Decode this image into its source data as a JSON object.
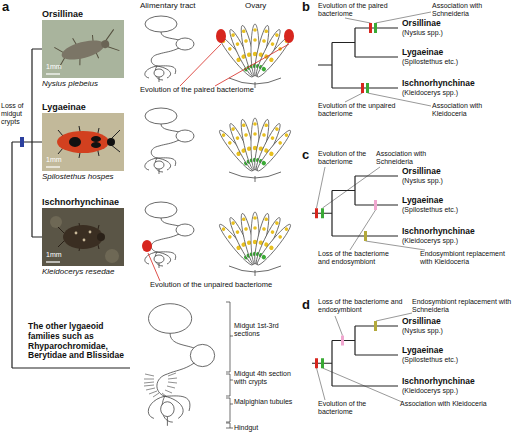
{
  "diagram": {
    "nodes": [
      {
        "text": [
          "Orsillinae",
          "Nysius plebeius",
          "1mm"
        ]
      },
      {
        "text": [
          "Lygaeinae",
          "Spilostethus hospes",
          "1mm"
        ]
      },
      {
        "text": [
          "Ischnorhynchinae",
          "Kleidocerys resedae",
          "1mm"
        ]
      }
    ],
    "labels": [
      "a",
      "Loss of midgut crypts",
      "Alimentary tract",
      "Ovary",
      "Evolution of the paired bacteriome",
      "Evolution of the unpaired bacteriome",
      "The other lygaeoid families such as Rhyparochromidae, Berytidae and Blissidae",
      "Midgut 1st-3rd sections",
      "Midgut 4th section with crypts",
      "Malpighian tubules",
      "Hindgut",
      "b",
      "Evolution of the paired bacteriome",
      "Association with Schneideria",
      "Orsillinae",
      "(Nysius spp.)",
      "Lygaeinae",
      "(Spilostethus etc.)",
      "Ischnorhynchinae",
      "(Kleidocerys spp.)",
      "Evolution of the unpaired bacteriome",
      "Association with Kleidoceria",
      "c",
      "Evolution of the bacteriome",
      "Association with Schneideria",
      "Orsillinae",
      "(Nysius spp.)",
      "Lygaeinae",
      "(Spilostethus etc.)",
      "Ischnorhynchinae",
      "(Kleidocerys spp.)",
      "Loss of the bacteriome and endosymbiont",
      "Endosymbiont replacement with Kleidoceria",
      "d",
      "Loss of the bacteriome and endosymbiont",
      "Endosymbiont replacement with Schneideria",
      "Orsillinae",
      "(Nysius spp.)",
      "Lygaeinae",
      "(Spilostethus etc.)",
      "Ischnorhynchinae",
      "(Kleidocerys spp.)",
      "Evolution of the bacteriome",
      "Association with Kleidoceria"
    ]
  }
}
